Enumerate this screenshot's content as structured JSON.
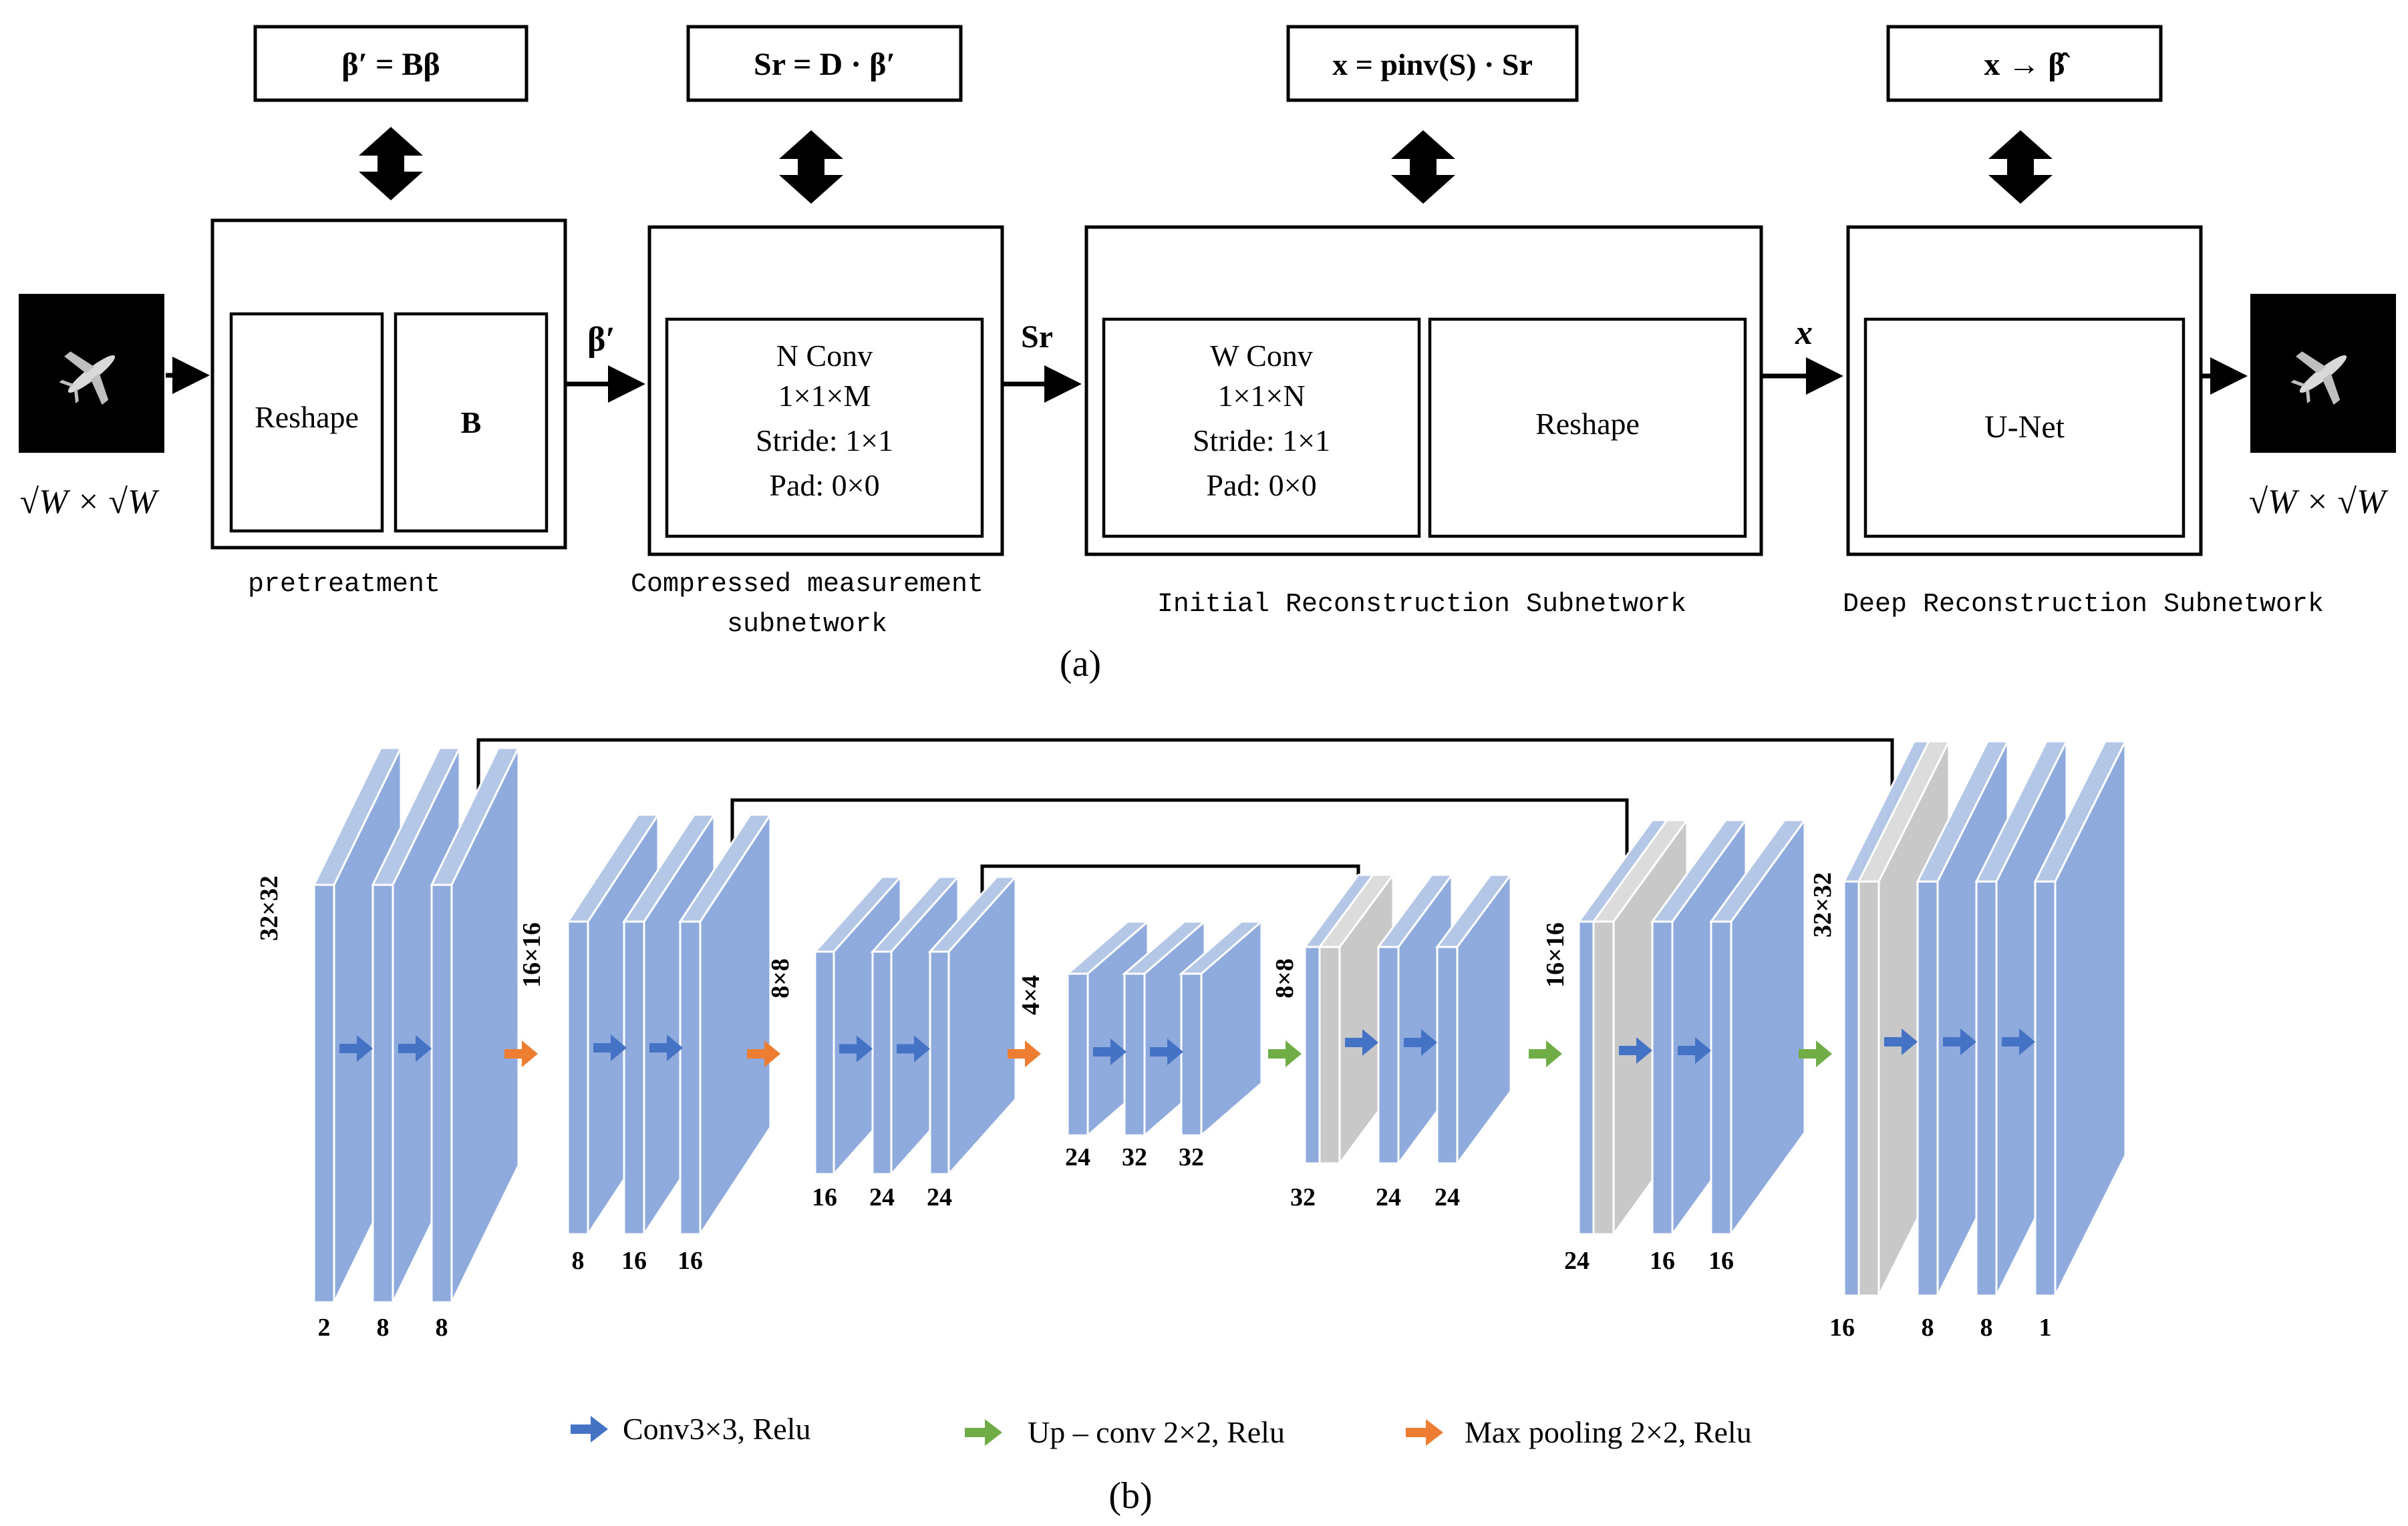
{
  "panel_a": {
    "caption": "(a)",
    "input_size": "√W × √W",
    "output_size": "√W × √W",
    "formulas": {
      "pretreatment": "β′ = Bβ",
      "compressed": "Sr = D · β′",
      "initial": "x = pinv(S) · Sr",
      "deep": "x → β̂"
    },
    "arrows": {
      "a1": "β′",
      "a2": "Sr",
      "a3": "x"
    },
    "pretreatment": {
      "label": "pretreatment",
      "inner1": "Reshape",
      "inner2": "B"
    },
    "compressed": {
      "label_line1": "Compressed measurement",
      "label_line2": "subnetwork",
      "line1": "N  Conv",
      "line2": "1×1×M",
      "line3": "Stride: 1×1",
      "line4": "Pad:  0×0"
    },
    "initial": {
      "label": "Initial Reconstruction Subnetwork",
      "line1": "W  Conv",
      "line2": "1×1×N",
      "line3": "Stride: 1×1",
      "line4": "Pad:  0×0",
      "inner2": "Reshape"
    },
    "deep": {
      "label": "Deep Reconstruction Subnetwork",
      "inner": "U-Net"
    }
  },
  "panel_b": {
    "caption": "(b)",
    "resolutions": [
      "32×32",
      "16×16",
      "8×8",
      "4×4",
      "8×8",
      "16×16",
      "32×32"
    ],
    "channels": {
      "s1": [
        "2",
        "8",
        "8"
      ],
      "s2": [
        "8",
        "16",
        "16"
      ],
      "s3": [
        "16",
        "24",
        "24"
      ],
      "s4": [
        "24",
        "32",
        "32"
      ],
      "s5": [
        "32",
        "24",
        "24"
      ],
      "s6": [
        "24",
        "16",
        "16"
      ],
      "s7": [
        "16",
        "8",
        "8",
        "1"
      ]
    },
    "legend": {
      "conv": "Conv3×3, Relu",
      "upconv": "Up – conv 2×2, Relu",
      "pool": "Max pooling 2×2, Relu"
    },
    "colors": {
      "feature_map": "#8faadc",
      "feature_map_side": "#b4c7e7",
      "concat_map": "#c8c8c8",
      "conv_arrow": "#4472c4",
      "upconv_arrow": "#70ad47",
      "pool_arrow": "#ed7d31"
    }
  }
}
